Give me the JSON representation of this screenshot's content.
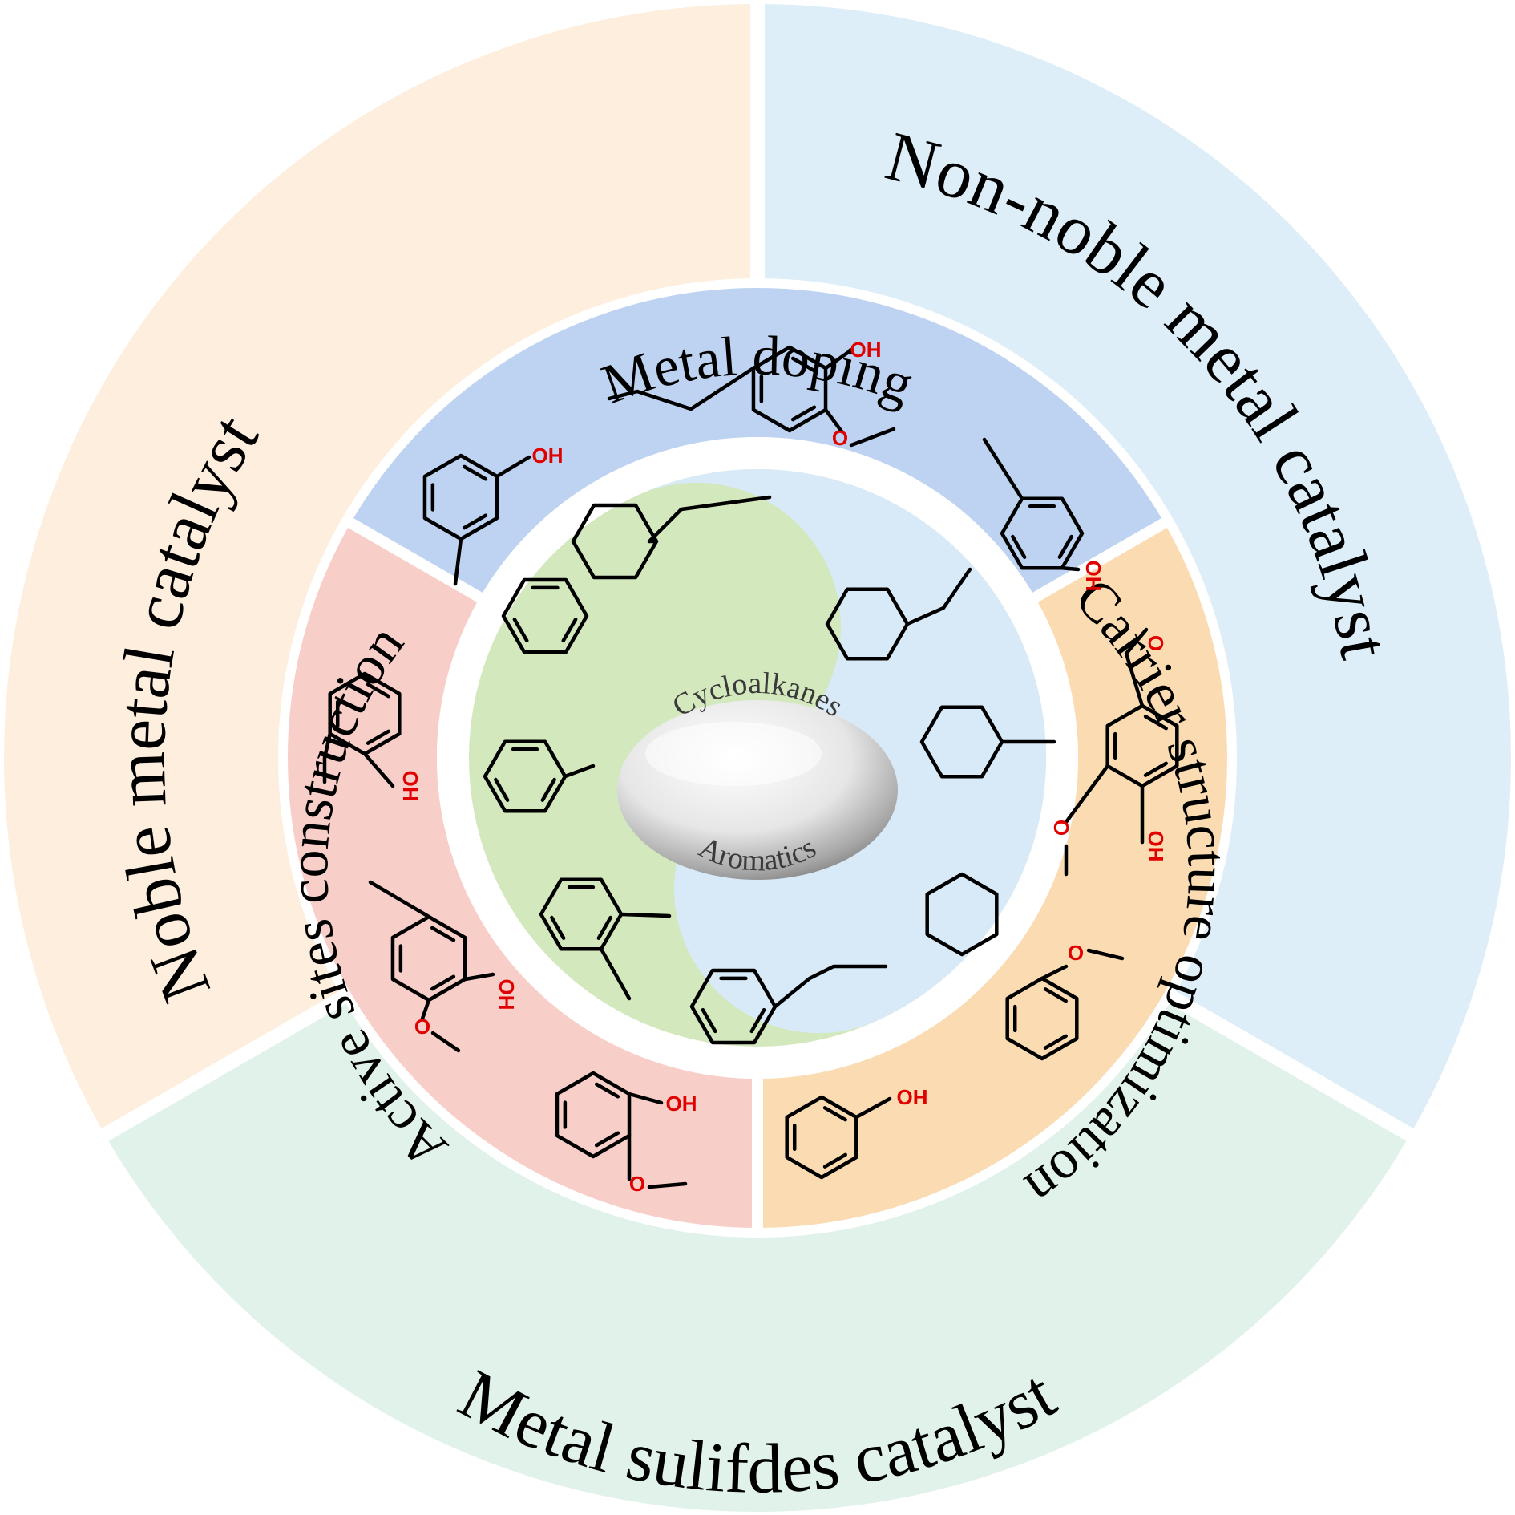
{
  "outer_ring": {
    "noble": "Noble metal catalyst",
    "non_noble": "Non-noble metal catalyst",
    "sulfides": "Metal sulifdes catalyst"
  },
  "inner_ring": {
    "doping": "Metal doping",
    "active_sites": "Active sites construction",
    "carrier": "Carrier structure optimization"
  },
  "center": {
    "top": "Cycloalkanes",
    "bottom": "Aromatics"
  },
  "atoms": {
    "oh": "OH",
    "o": "O"
  },
  "colors": {
    "noble": "#fdeedd",
    "non_noble": "#ddeef9",
    "sulfides": "#e0f2ea",
    "doping": "#bdd3f1",
    "active_sites": "#f7cfc8",
    "carrier": "#fbdcb2",
    "aromatics_region": "#d3e8bd",
    "cycloalkanes_region": "#d8eaf8",
    "heteroatom": "#e00000"
  }
}
